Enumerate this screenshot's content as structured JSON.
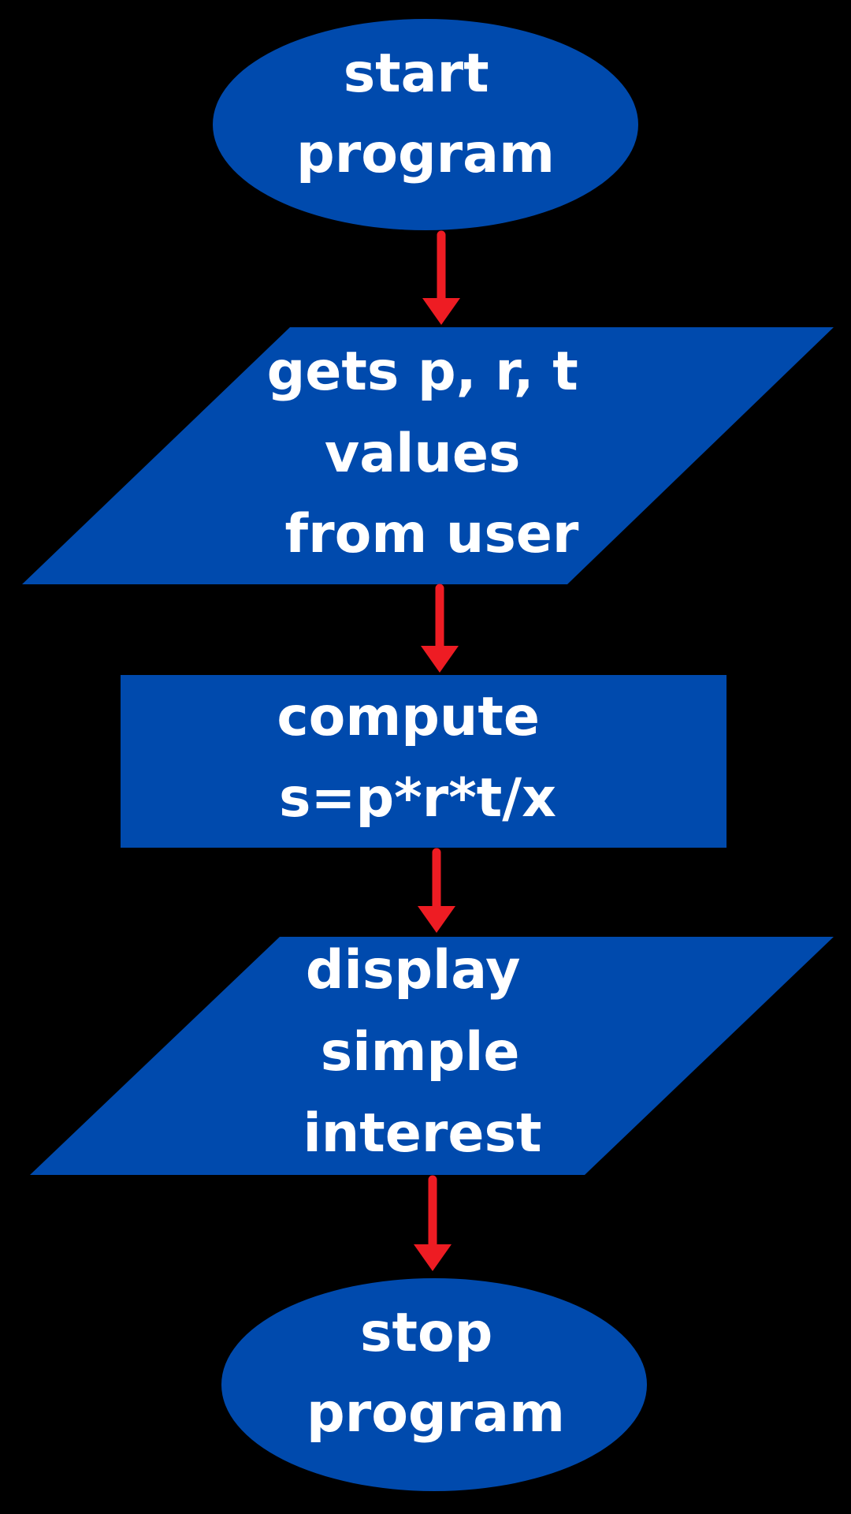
{
  "colors": {
    "background": "#000000",
    "node_fill": "#004aad",
    "node_text": "#ffffff",
    "arrow": "#ee1c23"
  },
  "nodes": [
    {
      "id": "start",
      "shape": "terminator",
      "lines": [
        "start",
        "program"
      ]
    },
    {
      "id": "input",
      "shape": "input-output",
      "lines": [
        "gets p, r, t",
        "values",
        "from user"
      ]
    },
    {
      "id": "process",
      "shape": "process",
      "lines": [
        "compute",
        "s=p*r*t/x"
      ]
    },
    {
      "id": "output",
      "shape": "input-output",
      "lines": [
        "display",
        "simple",
        "interest"
      ]
    },
    {
      "id": "stop",
      "shape": "terminator",
      "lines": [
        "stop",
        "program"
      ]
    }
  ],
  "edges": [
    {
      "from": "start",
      "to": "input"
    },
    {
      "from": "input",
      "to": "process"
    },
    {
      "from": "process",
      "to": "output"
    },
    {
      "from": "output",
      "to": "stop"
    }
  ]
}
